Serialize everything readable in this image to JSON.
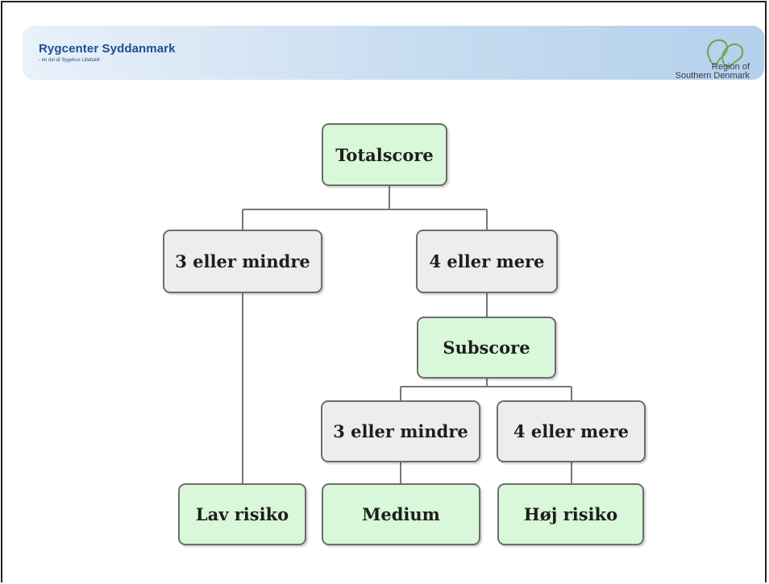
{
  "header": {
    "brand": "Rygcenter Syddanmark",
    "brand_sub": "- en del af Sygehus Lillebælt",
    "region_line1": "Region of",
    "region_line2": "Southern Denmark"
  },
  "colors": {
    "header_gradient_start": "#e9f1fa",
    "header_gradient_end": "#b4d0ec",
    "brand": "#1f4e8f",
    "node_green": "#d9f7d9",
    "node_grey": "#ededed",
    "node_border": "#6d6d6d"
  },
  "tree": {
    "root": "Totalscore",
    "left_branch": "3 eller mindre",
    "right_branch": "4 eller mere",
    "subscore": "Subscore",
    "sub_left": "3 eller mindre",
    "sub_right": "4 eller mere",
    "leaf_low": "Lav risiko",
    "leaf_medium": "Medium",
    "leaf_high": "Høj risiko"
  }
}
